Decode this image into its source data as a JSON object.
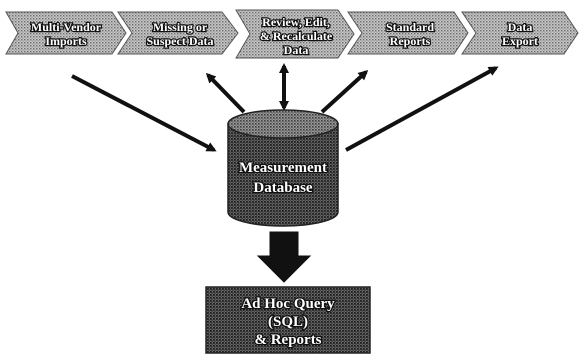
{
  "process_steps": [
    {
      "line1": "Multi-Vendor",
      "line2": "Imports"
    },
    {
      "line1": "Missing or",
      "line2": "Suspect Data"
    },
    {
      "line1": "Review, Edit,",
      "line2": "& Recalculate",
      "line3": "Data"
    },
    {
      "line1": "Standard",
      "line2": "Reports"
    },
    {
      "line1": "Data",
      "line2": "Export"
    }
  ],
  "database": {
    "line1": "Measurement",
    "line2": "Database"
  },
  "adhoc": {
    "line1": "Ad Hoc Query",
    "line2": "(SQL)",
    "line3": "& Reports"
  }
}
